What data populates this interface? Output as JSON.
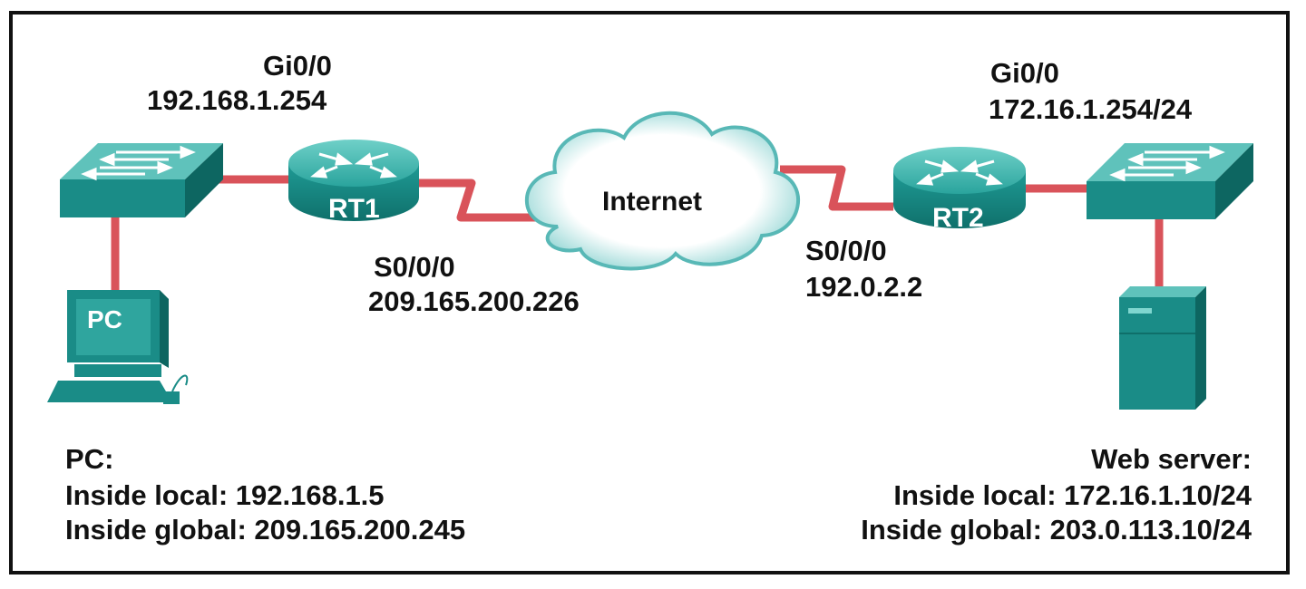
{
  "rt1": {
    "name": "RT1",
    "gi_interface": "Gi0/0",
    "gi_ip": "192.168.1.254",
    "s_interface": "S0/0/0",
    "s_ip": "209.165.200.226"
  },
  "rt2": {
    "name": "RT2",
    "gi_interface": "Gi0/0",
    "gi_ip": "172.16.1.254/24",
    "s_interface": "S0/0/0",
    "s_ip": "192.0.2.2"
  },
  "cloud": {
    "label": "Internet"
  },
  "pc": {
    "label": "PC",
    "heading": "PC:",
    "inside_local": "Inside local:  192.168.1.5",
    "inside_global": "Inside global:  209.165.200.245"
  },
  "server": {
    "heading": "Web server:",
    "inside_local": "Inside local:  172.16.1.10/24",
    "inside_global": "Inside global:  203.0.113.10/24"
  },
  "colors": {
    "device": "#1a8c87",
    "device_light": "#5fc2bb",
    "device_dark": "#0d6661",
    "link": "#d9535a",
    "cloud_fill": "#ffffff",
    "cloud_edge": "#58b8b6"
  }
}
